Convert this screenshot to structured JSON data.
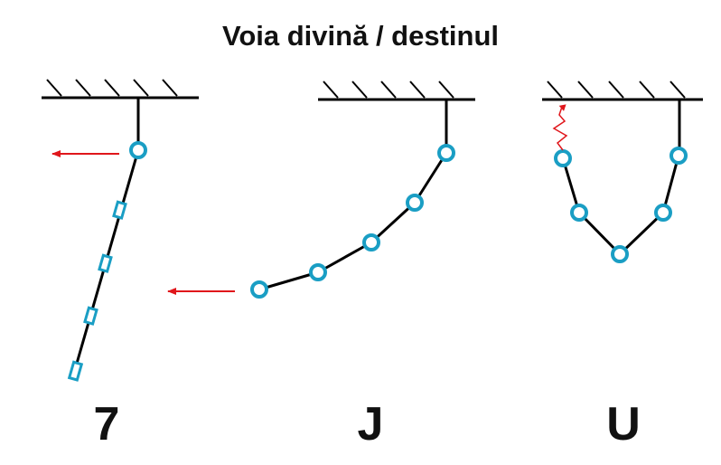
{
  "title": "Voia divină / destinul",
  "letters": {
    "seven": "7",
    "j": "J",
    "u": "U"
  },
  "colors": {
    "line": "#000000",
    "joint": "#1a9ec4",
    "arrow": "#e0161b",
    "text": "#111111"
  }
}
